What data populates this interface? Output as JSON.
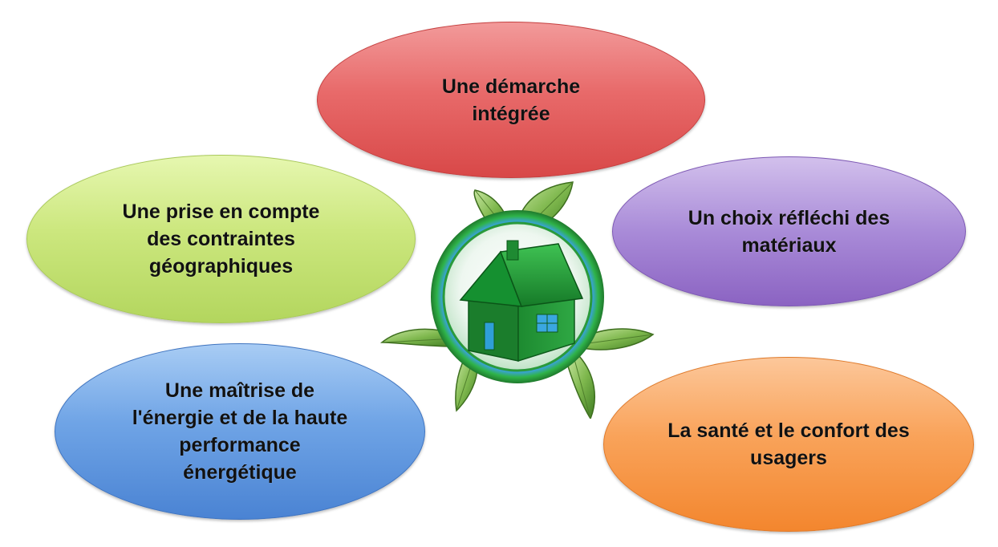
{
  "diagram": {
    "center_icon": "eco-house-icon",
    "bubbles": {
      "top": {
        "text": "Une démarche\nintégrée",
        "color": "#e06060"
      },
      "left": {
        "text": "Une prise en compte\ndes contraintes\ngéographiques",
        "color": "#c9e27a"
      },
      "right": {
        "text": "Un choix réfléchi des\nmatériaux",
        "color": "#a587d6"
      },
      "bottom_left": {
        "text": "Une maîtrise de\nl'énergie et de la haute\nperformance\nénergétique",
        "color": "#6b9fe3"
      },
      "bottom_right": {
        "text": "La santé et le confort des\nusagers",
        "color": "#f7a050"
      }
    }
  }
}
